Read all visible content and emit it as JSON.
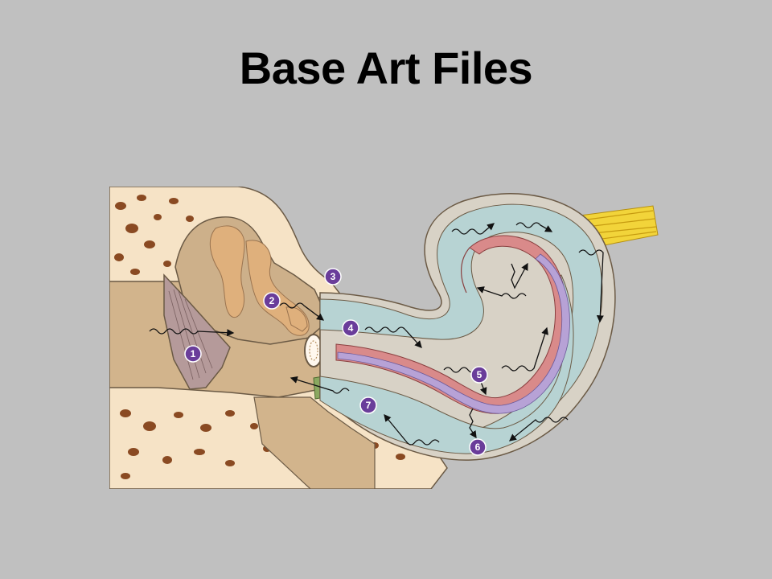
{
  "slide": {
    "title": "Base Art Files"
  },
  "diagram": {
    "markers": [
      "1",
      "2",
      "3",
      "4",
      "5",
      "6",
      "7"
    ],
    "colors": {
      "background": "#c0c0c0",
      "bone": "#f6e3c6",
      "bone_spots": "#8a4a22",
      "canal": "#d2b48c",
      "ossicles": "#dfb07c",
      "fluid": "#b7d3d3",
      "membrane_red": "#d98a8a",
      "membrane_purple": "#b7a2d6",
      "nerve": "#f2d43a",
      "marker": "#6a3d9a"
    }
  }
}
